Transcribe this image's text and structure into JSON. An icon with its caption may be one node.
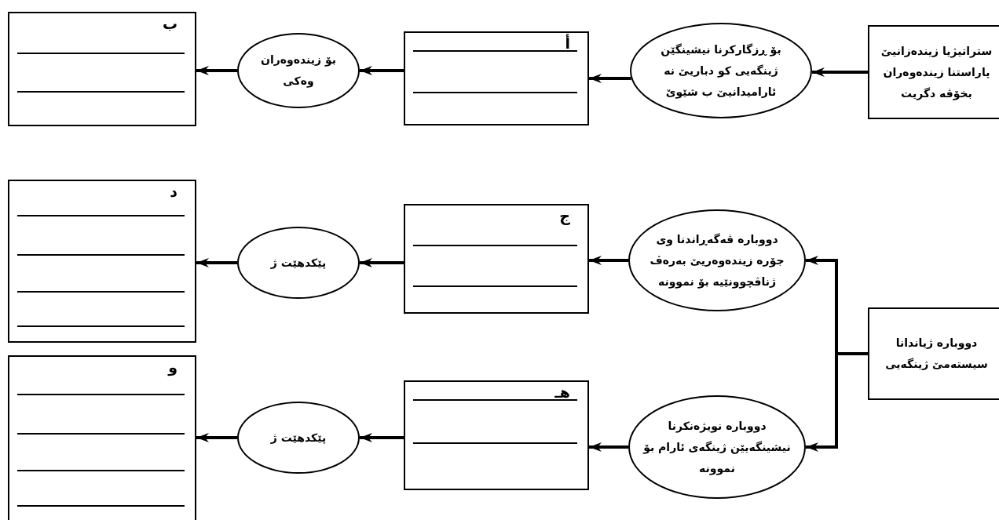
{
  "diagram": {
    "nodes": [
      {
        "text": [
          "ستراتیژیا زیندەزانیێ پاراستنا زیندەوەران بخۆڤە دگریت"
        ]
      },
      {
        "text": [
          "بۆ ڕزگارکرنا نیشینگێن ژینگەیی کو دباریێ نە ئارامیدانیێ ب شێوێ"
        ]
      },
      {
        "text": [
          "أ"
        ]
      },
      {
        "text": [
          "بۆ زیندەوەران وەکی"
        ]
      },
      {
        "text": [
          "ب"
        ]
      },
      {
        "text": [
          "دووبارە ژیاندانا سیستەمێ ژینگەیی"
        ]
      },
      {
        "text": [
          "دووبارە ڤەگەڕاندنا وی جۆرە زیندەوەریێ بەرەڤ ژناڤچوونێیە بۆ نموونە"
        ]
      },
      {
        "text": [
          "ج"
        ]
      },
      {
        "text": [
          "پێکدهێت ژ"
        ]
      },
      {
        "text": [
          "د"
        ]
      },
      {
        "text": [
          "دووبارە نویژەنکرنا نیشینگەیێن ژینگەی ئارام بۆ نموونە"
        ]
      },
      {
        "text": [
          "هـ"
        ]
      },
      {
        "text": [
          "پێکدهێت ژ"
        ]
      },
      {
        "text": [
          "و"
        ]
      }
    ],
    "edges": [
      {
        "from": 0,
        "to": 1,
        "arrow": "to"
      },
      {
        "from": 1,
        "to": 2,
        "arrow": "to"
      },
      {
        "from": 2,
        "to": 3,
        "arrow": "to"
      },
      {
        "from": 3,
        "to": 4,
        "arrow": "to"
      },
      {
        "from": 5,
        "to": 6,
        "arrow": "to"
      },
      {
        "from": 5,
        "to": 10,
        "arrow": "to"
      },
      {
        "from": 6,
        "to": 7,
        "arrow": "to"
      },
      {
        "from": 7,
        "to": 8,
        "arrow": "to"
      },
      {
        "from": 8,
        "to": 9,
        "arrow": "to"
      },
      {
        "from": 10,
        "to": 11,
        "arrow": "to"
      },
      {
        "from": 11,
        "to": 12,
        "arrow": "to"
      },
      {
        "from": 12,
        "to": 13,
        "arrow": "to"
      }
    ]
  }
}
